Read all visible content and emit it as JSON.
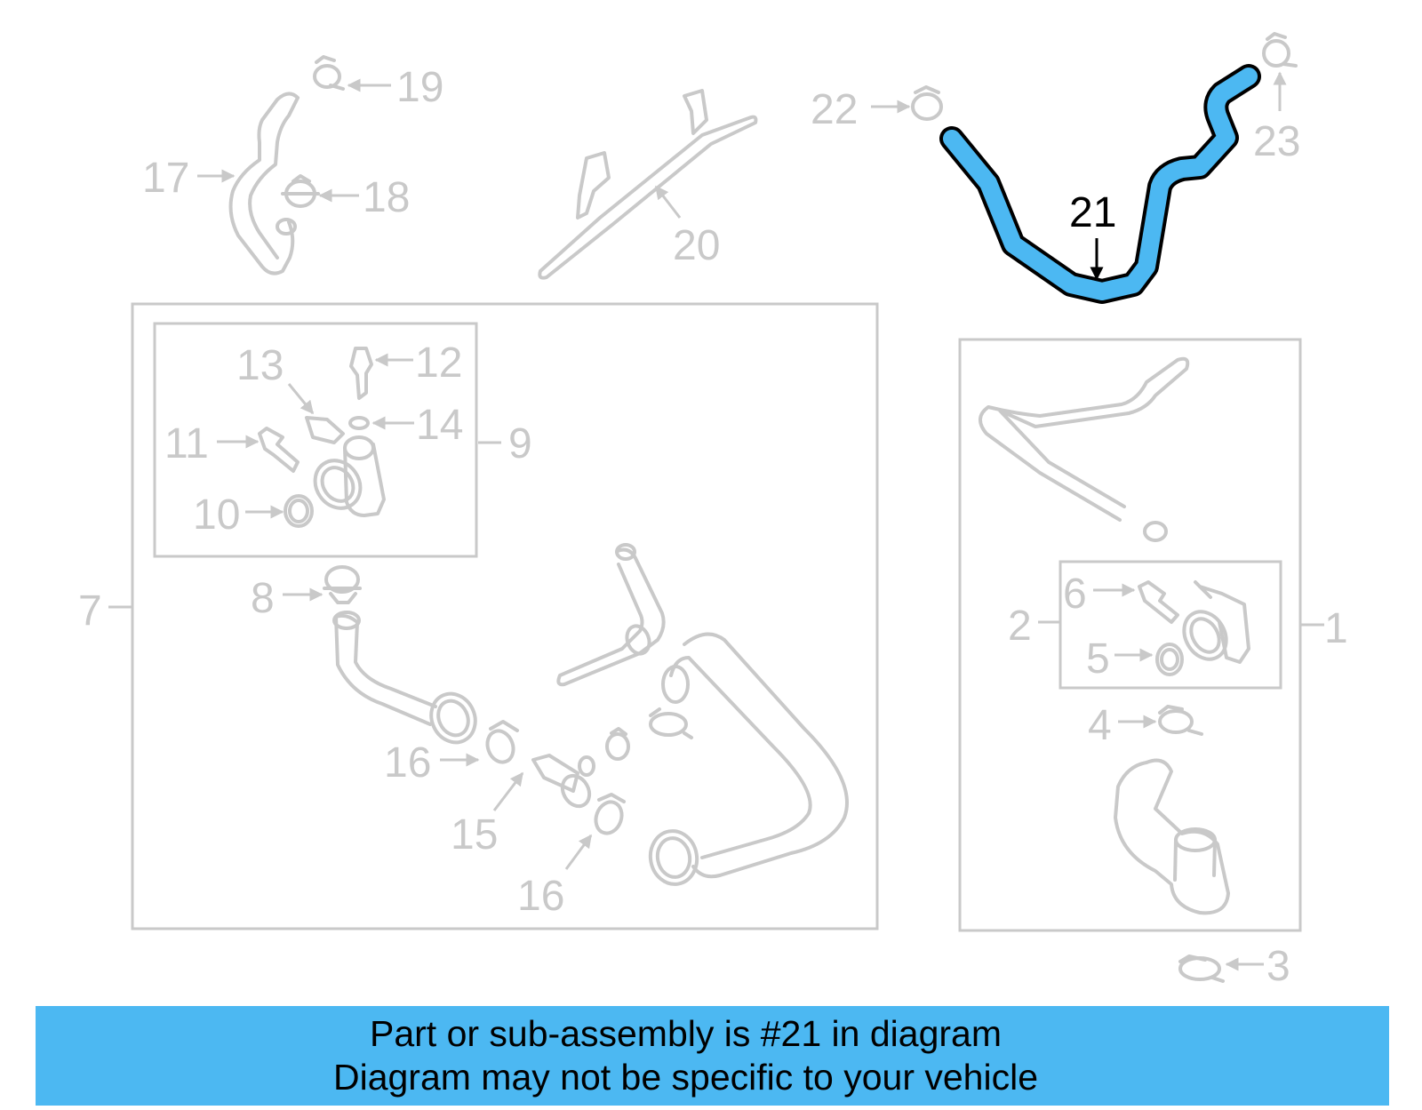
{
  "colors": {
    "highlight": "#4cb8f2",
    "outline": "#000000",
    "faded": "#c9c9c9",
    "background": "#ffffff"
  },
  "highlighted_part": "21",
  "labels": {
    "l1": "1",
    "l2": "2",
    "l3": "3",
    "l4": "4",
    "l5": "5",
    "l6": "6",
    "l7": "7",
    "l8": "8",
    "l9": "9",
    "l10": "10",
    "l11": "11",
    "l12": "12",
    "l13": "13",
    "l14": "14",
    "l15": "15",
    "l16a": "16",
    "l16b": "16",
    "l17": "17",
    "l18": "18",
    "l19": "19",
    "l20": "20",
    "l21": "21",
    "l22": "22",
    "l23": "23"
  },
  "banner": {
    "line1": "Part or sub-assembly is #21 in diagram",
    "line2": "Diagram may not be specific to your vehicle"
  }
}
